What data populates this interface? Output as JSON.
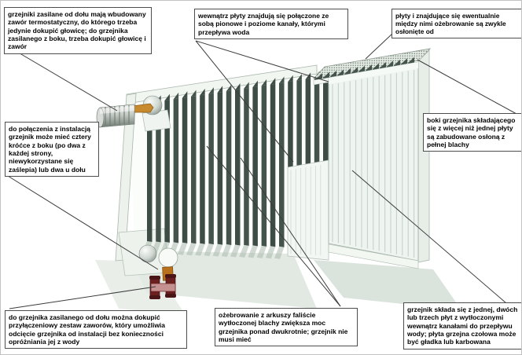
{
  "callouts": {
    "top_left": "grzejniki zasilane od dołu mają wbudowany zawór termostatyczny, do którego trzeba jedynie dokupić głowicę; do grzejnika zasilanego z boku, trzeba dokupić głowicę i zawór",
    "top_middle": "wewnątrz płyty znajdują się połączone ze sobą pionowe i poziome kanały, którymi przepływa woda",
    "top_right": "płyty i znajdujące się ewentualnie między nimi ożebrowanie są zwykle osłonięte od",
    "left_middle": "do połączenia z instalacją grzejnik może mieć cztery króćce z boku (po dwa z każdej strony, niewykorzystane się zaślepia) lub dwa u dołu",
    "right_middle": "boki grzejnika składającego się z więcej niż jednej płyty są zabudowane osłoną z pełnej blachy",
    "bottom_left": "do grzejnika zasilanego od dołu można dokupić przyłączeniowy zestaw zaworów, który umożliwia odcięcie grzejnika od instalacji bez konieczności opróżniania jej z wody",
    "bottom_middle": "ożebrowanie z arkuszy faliście wytłoczonej blachy zwiększa moc grzejnika ponad dwukrotnie; grzejnik nie musi mieć",
    "bottom_right": "grzejnik składa się z jednej, dwóch lub trzech płyt z wytłoczonymi wewnątrz kanałami do przepływu wody; płyta grzejna czołowa może być gładka lub karbowana"
  },
  "colors": {
    "leader_line": "#3c3c3c",
    "box_border": "#4d4d4d",
    "fin_dark": "#44544c",
    "fin_dark_alt": "#3d4d45",
    "panel_light": "#eef3ee",
    "panel_groove": "#c6d2c9",
    "shadow_soft": "#dce4dd",
    "chrome": "#aab4ac",
    "brass": "#c78a2f",
    "copper": "#b8701d",
    "valve_red": "#6b1f1f",
    "valve_red_light": "#c49090"
  }
}
